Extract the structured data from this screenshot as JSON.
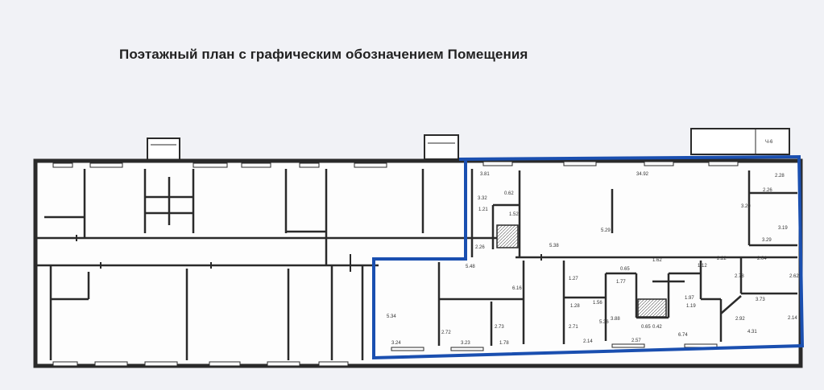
{
  "page": {
    "title": "Поэтажный план с графическим обозначением Помещения"
  },
  "colors": {
    "background": "#f1f2f6",
    "wall": "#2a2a2a",
    "highlight": "#1a4fb0"
  },
  "dimensions": [
    "3.81",
    "34.92",
    "2.28",
    "2.26",
    "3.20",
    "3.19",
    "0.62",
    "1.52",
    "1.21",
    "3.32",
    "5.38",
    "5.29",
    "3.29",
    "2.26",
    "5.48",
    "1.62",
    "2.22",
    "1.12",
    "2.04",
    "5.34",
    "6.16",
    "2.78",
    "2.72",
    "2.73",
    "3.23",
    "1.78",
    "2.71",
    "2.14",
    "5.36",
    "6.74",
    "4.31",
    "2.14",
    "3.24",
    "0.65",
    "0.42",
    "1.77",
    "1.97",
    "1.19",
    "3.73",
    "2.57",
    "1.27",
    "1.28",
    "1.56",
    "2.92",
    "2.62",
    "0.65",
    "3.88"
  ],
  "annotation": "Ч-6"
}
